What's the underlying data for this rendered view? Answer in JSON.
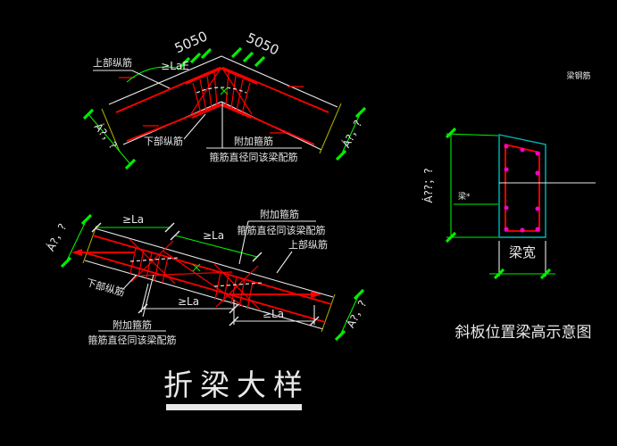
{
  "drawing": {
    "title": "折梁大样",
    "section_caption": "斜板位置梁高示意图",
    "labels": {
      "top_bars": "上部纵筋",
      "bottom_bars": "下部纵筋",
      "add_stirrup": "附加箍筋",
      "stirrup_note": "箍筋直径同该梁配筋",
      "beam_rebar": "梁钢筋",
      "beam_width": "梁宽",
      "beam_mark": "梁*"
    },
    "dims": {
      "ridge_offset": "5050",
      "anchor_lae": "≥LaE",
      "anchor_la": "≥La",
      "end_dim": "Á?，?",
      "section_height": "Á??；?"
    },
    "colors": {
      "background": "#000000",
      "outline": "#e8e8e8",
      "rebar": "#ff0000",
      "dimension": "#00ee00",
      "section_outline": "#00b7b7",
      "rebar_dot": "#ff00c8",
      "cut_line": "#a8a800"
    }
  }
}
